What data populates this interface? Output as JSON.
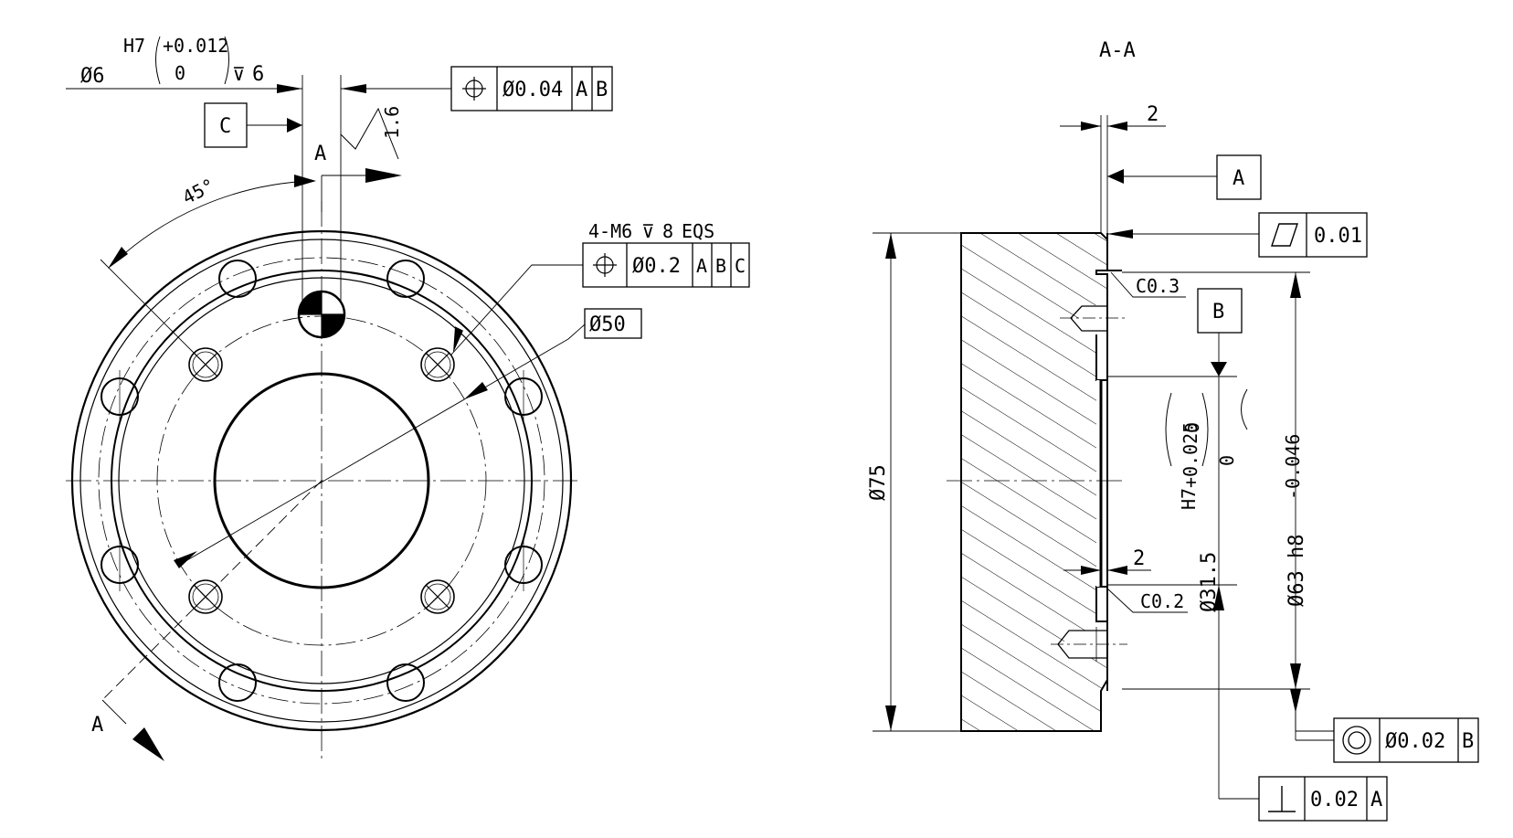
{
  "drawing": {
    "section_title": "A-A",
    "front_view": {
      "pin_hole": {
        "diameter": "Ø6",
        "tolerance_class": "H7",
        "upper": "+0.012",
        "lower": "0",
        "depth": "6"
      },
      "position_fcf": {
        "symbol": "⌖",
        "value": "Ø0.04",
        "datums": [
          "A",
          "B"
        ]
      },
      "datum_c": "C",
      "surface_finish": "1.6",
      "section_label": "A",
      "angle": "45°",
      "thread_callout": "4-M6",
      "thread_depth": "8",
      "thread_eqs": "EQS",
      "thread_fcf": {
        "value": "Ø0.2",
        "datums": [
          "A",
          "B",
          "C"
        ]
      },
      "pcd": "Ø50"
    },
    "section_view": {
      "step_width": "2",
      "datum_a": "A",
      "datum_b": "B",
      "flatness_fcf": {
        "symbol": "▱",
        "value": "0.01"
      },
      "chamfer_top": "C0.3",
      "chamfer_bottom": "C0.2",
      "outer_diameter": "Ø75",
      "bore": {
        "diameter": "Ø31.5",
        "tolerance_class": "H7",
        "upper": "+0.025",
        "lower": "0"
      },
      "spigot": {
        "diameter": "Ø63 h8",
        "upper": "0",
        "lower": "-0.046"
      },
      "recess_width": "2",
      "concentricity_fcf": {
        "symbol": "◎",
        "value": "Ø0.02",
        "datum": "B"
      },
      "perpendicularity_fcf": {
        "symbol": "⊥",
        "value": "0.02",
        "datum": "A"
      }
    }
  }
}
